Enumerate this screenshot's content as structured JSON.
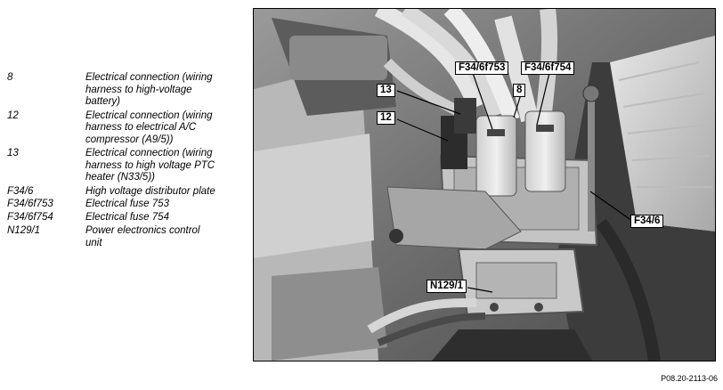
{
  "legend": [
    {
      "code": "8",
      "text": "Electrical connection (wiring harness to high-voltage battery)"
    },
    {
      "code": "12",
      "text": "Electrical connection (wiring harness to electrical A/C compressor (A9/5))"
    },
    {
      "code": "13",
      "text": "Electrical connection (wiring harness to high voltage PTC heater (N33/5))"
    },
    {
      "code": "F34/6",
      "text": "High voltage distributor plate"
    },
    {
      "code": "F34/6f753",
      "text": "Electrical fuse 753"
    },
    {
      "code": "F34/6f754",
      "text": "Electrical fuse 754"
    },
    {
      "code": "N129/1",
      "text": "Power electronics control unit"
    }
  ],
  "labels": {
    "f753": "F34/6f753",
    "f754": "F34/6f754",
    "n13": "13",
    "n8": "8",
    "n12": "12",
    "f346": "F34/6",
    "n1291": "N129/1"
  },
  "reference": "P08.20-2113-06"
}
